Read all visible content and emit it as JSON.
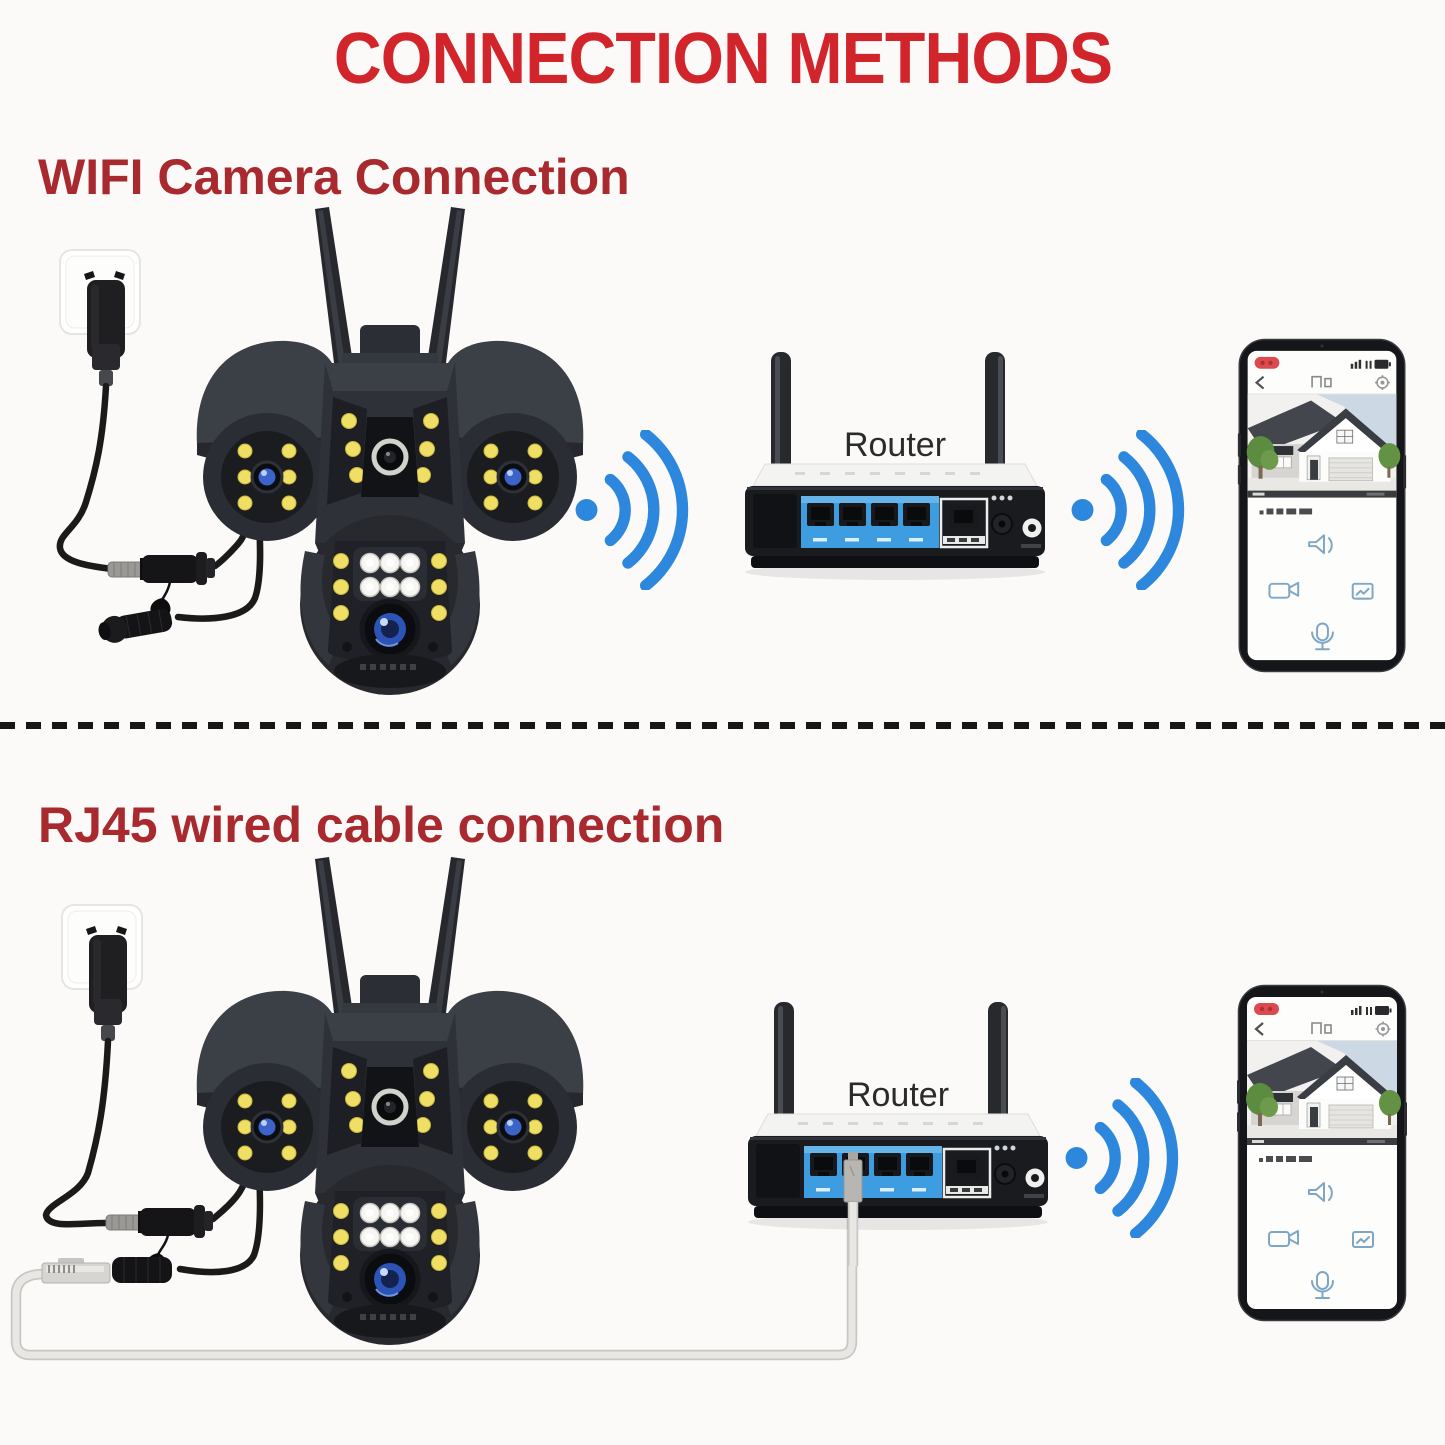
{
  "title": {
    "text": "CONNECTION METHODS"
  },
  "colors": {
    "background": "#fbfaf8",
    "title_red": "#d2252b",
    "heading_red": "#a8292e",
    "wifi_blue": "#2d87dc",
    "router_port_blue": "#3d9de0",
    "record_pill_red": "#dd4a4e",
    "power_cable_black": "#1a1a1a",
    "ethernet_cable_white": "#e8e7e3"
  },
  "sections": [
    {
      "heading": "WIFI Camera Connection",
      "router_label": "Router",
      "connection_type": "wireless",
      "nodes": [
        "power-outlet",
        "power-adapter",
        "security-camera",
        "wifi-signal",
        "router",
        "wifi-signal",
        "smartphone"
      ]
    },
    {
      "heading": "RJ45 wired cable connection",
      "router_label": "Router",
      "connection_type": "wired-camera-to-router, wireless-router-to-phone",
      "nodes": [
        "power-outlet",
        "power-adapter",
        "security-camera",
        "rj45-ethernet-cable",
        "router",
        "wifi-signal",
        "smartphone"
      ]
    }
  ],
  "phone_app": {
    "view": "live-camera-view-of-house",
    "status_icons": [
      "record-pill",
      "signal-bars",
      "battery"
    ],
    "nav_icons": [
      "back-chevron",
      "settings-gear"
    ],
    "control_icons": [
      "speaker",
      "video-camera",
      "snapshot",
      "microphone"
    ]
  }
}
